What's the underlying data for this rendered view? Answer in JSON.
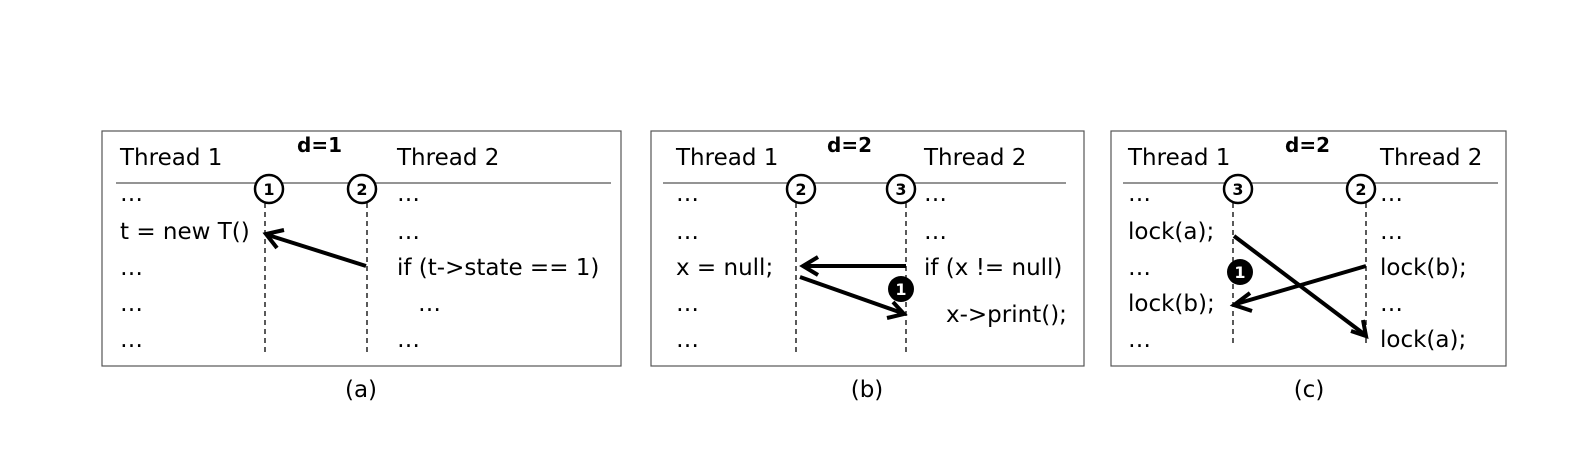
{
  "panels": [
    {
      "caption": "(a)",
      "d_label": "d=1",
      "thread1_header": "Thread 1",
      "thread2_header": "Thread 2",
      "markers": [
        {
          "label": "1",
          "style": "outline"
        },
        {
          "label": "2",
          "style": "outline"
        }
      ],
      "thread1_lines": [
        "…",
        "t = new T()",
        "…",
        "…",
        "…"
      ],
      "thread2_lines": [
        "…",
        "…",
        "if (t->state == 1)",
        "…",
        "…"
      ]
    },
    {
      "caption": "(b)",
      "d_label": "d=2",
      "thread1_header": "Thread 1",
      "thread2_header": "Thread 2",
      "markers": [
        {
          "label": "2",
          "style": "outline"
        },
        {
          "label": "3",
          "style": "outline"
        },
        {
          "label": "1",
          "style": "filled"
        }
      ],
      "thread1_lines": [
        "…",
        "…",
        "x = null;",
        "…",
        "…"
      ],
      "thread2_lines": [
        "…",
        "…",
        "if (x != null)",
        "x->print();"
      ]
    },
    {
      "caption": "(c)",
      "d_label": "d=2",
      "thread1_header": "Thread 1",
      "thread2_header": "Thread 2",
      "markers": [
        {
          "label": "3",
          "style": "outline"
        },
        {
          "label": "2",
          "style": "outline"
        },
        {
          "label": "1",
          "style": "filled"
        }
      ],
      "thread1_lines": [
        "…",
        "lock(a);",
        "…",
        "lock(b);",
        "…"
      ],
      "thread2_lines": [
        "…",
        "…",
        "lock(b);",
        "…",
        "lock(a);"
      ]
    }
  ]
}
